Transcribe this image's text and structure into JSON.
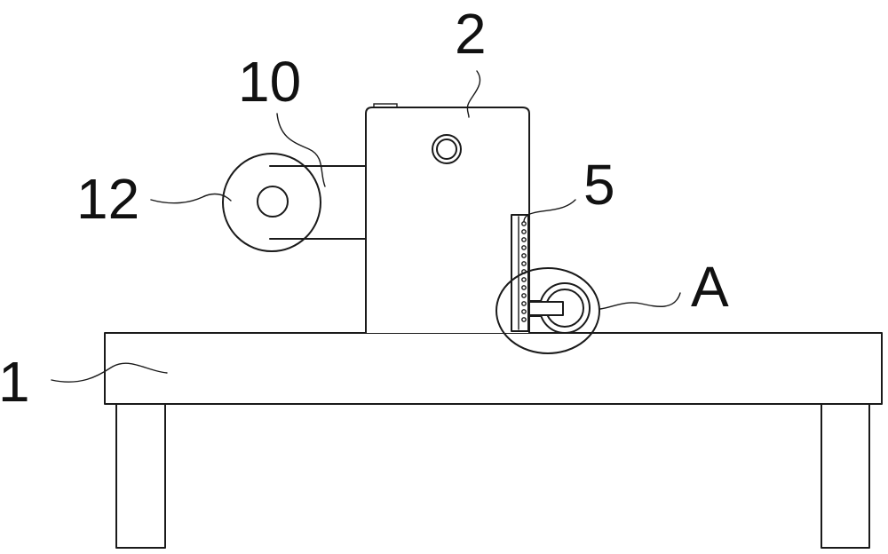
{
  "labels": {
    "table": "1",
    "box": "2",
    "scale": "5",
    "detail": "A",
    "arm": "10",
    "wheel": "12"
  }
}
